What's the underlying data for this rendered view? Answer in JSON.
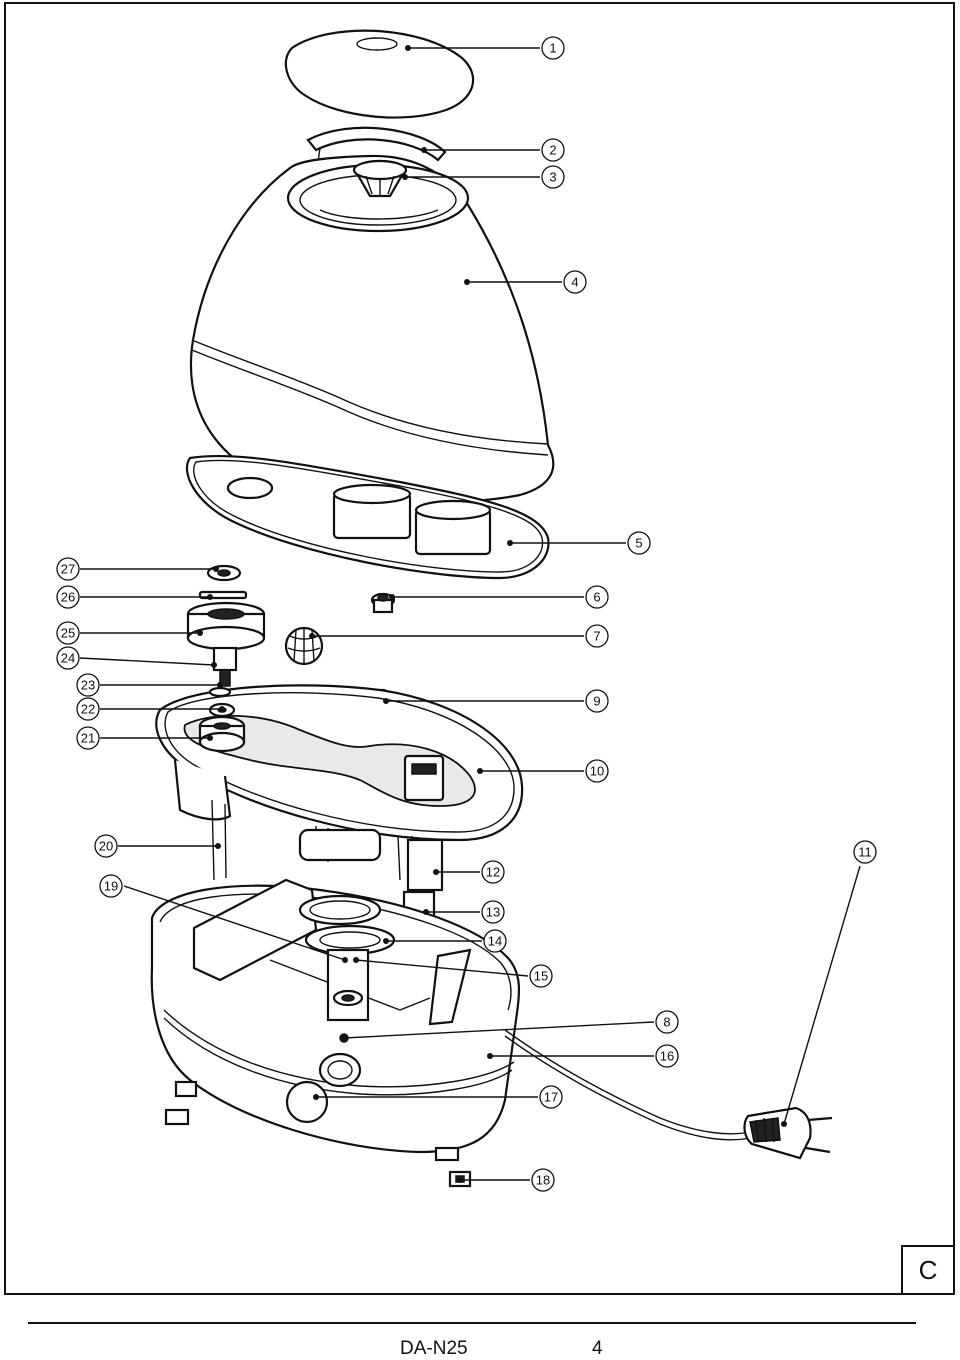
{
  "callouts": [
    "1",
    "2",
    "3",
    "4",
    "5",
    "6",
    "7",
    "8",
    "9",
    "10",
    "11",
    "12",
    "13",
    "14",
    "15",
    "16",
    "17",
    "18",
    "19",
    "20",
    "21",
    "22",
    "23",
    "24",
    "25",
    "26",
    "27"
  ],
  "section_letter": "C",
  "footer": {
    "model": "DA-N25",
    "page": "4"
  }
}
